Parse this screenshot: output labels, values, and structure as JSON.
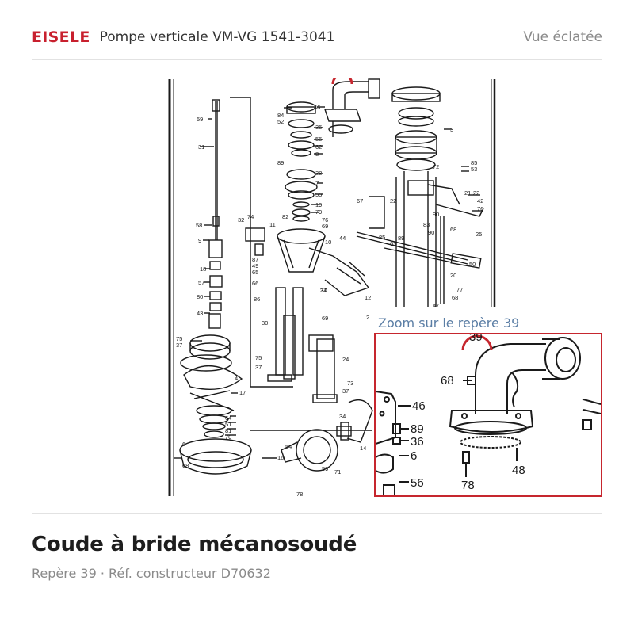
{
  "header": {
    "brand": "EISELE",
    "model": "Pompe verticale VM-VG 1541-3041",
    "view_link": "Vue éclatée"
  },
  "inset": {
    "caption": "Zoom sur le repère 39",
    "callouts": [
      "39",
      "68",
      "46",
      "89",
      "36",
      "6",
      "56",
      "78",
      "48"
    ]
  },
  "diagram": {
    "callouts": [
      "59",
      "31",
      "58",
      "9",
      "18",
      "57",
      "80",
      "43",
      "75",
      "37",
      "4",
      "17",
      "64",
      "51",
      "81",
      "70",
      "6",
      "68",
      "32",
      "74",
      "87",
      "49",
      "65",
      "66",
      "86",
      "11",
      "10",
      "44",
      "37",
      "74",
      "12",
      "30",
      "69",
      "75",
      "37",
      "24",
      "73",
      "37",
      "34",
      "14",
      "54",
      "16",
      "59",
      "71",
      "78",
      "46",
      "84",
      "52",
      "36",
      "89",
      "56",
      "62",
      "8",
      "38",
      "7",
      "55",
      "19",
      "79",
      "82",
      "76",
      "69",
      "3",
      "85",
      "53",
      "72",
      "21-22",
      "42",
      "76",
      "90",
      "22",
      "25",
      "67",
      "83",
      "90",
      "68",
      "63",
      "89",
      "85",
      "50",
      "20",
      "77",
      "68",
      "47",
      "2"
    ],
    "colors": {
      "ink": "#1a1a1a",
      "highlight": "#c6262e"
    }
  },
  "part": {
    "title": "Coude à bride mécanosoudé",
    "subtitle": "Repère 39 · Réf. constructeur D70632"
  }
}
